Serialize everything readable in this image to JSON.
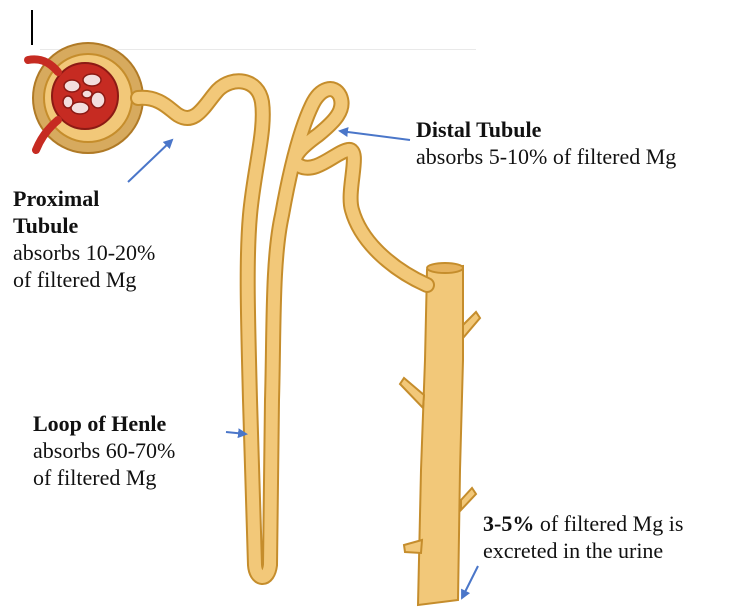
{
  "labels": {
    "proximal": {
      "title_line1": "Proximal",
      "title_line2": "Tubule",
      "desc_line1": "absorbs 10-20%",
      "desc_line2": "of filtered Mg"
    },
    "distal": {
      "title": "Distal Tubule",
      "desc": "absorbs 5-10% of filtered Mg"
    },
    "loop": {
      "title": "Loop of Henle",
      "desc_line1": "absorbs 60-70%",
      "desc_line2": "of filtered Mg"
    },
    "excreted": {
      "bold": "3-5%",
      "rest_line1": " of filtered Mg is",
      "line2": "excreted in the urine"
    }
  },
  "colors": {
    "tubule_fill": "#f2c879",
    "tubule_edge": "#c58d2c",
    "glomerulus_red": "#c62b22",
    "arrow_blue": "#4a76c9"
  }
}
